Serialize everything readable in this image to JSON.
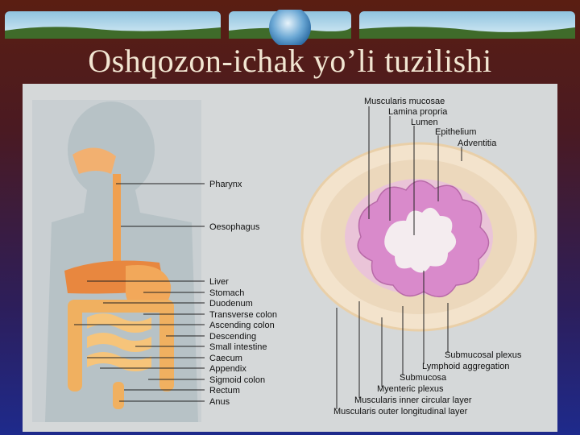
{
  "slide": {
    "title": "Oshqozon-ichak yo’li tuzilishi"
  },
  "body_diagram": {
    "labels": [
      "Pharynx",
      "Oesophagus",
      "Liver",
      "Stomach",
      "Duodenum",
      "Transverse colon",
      "Ascending colon",
      "Descending",
      "Small intestine",
      "Caecum",
      "Appendix",
      "Sigmoid colon",
      "Rectum",
      "Anus"
    ]
  },
  "cross_section": {
    "top_labels": [
      "Muscularis mucosae",
      "Lamina propria",
      "Lumen",
      "Epithelium",
      "Adventitia"
    ],
    "bottom_labels": [
      "Submucosal plexus",
      "Lymphoid aggregation",
      "Submucosa",
      "Myenteric plexus",
      "Muscularis  inner circular layer",
      "Muscularis  outer longitudinal layer"
    ]
  },
  "colors": {
    "accent_title": "#f2e6d2",
    "panel_bg": "#d5d8d9",
    "organ_orange": "#f0a050",
    "mucosa_pink": "#d988cc"
  }
}
